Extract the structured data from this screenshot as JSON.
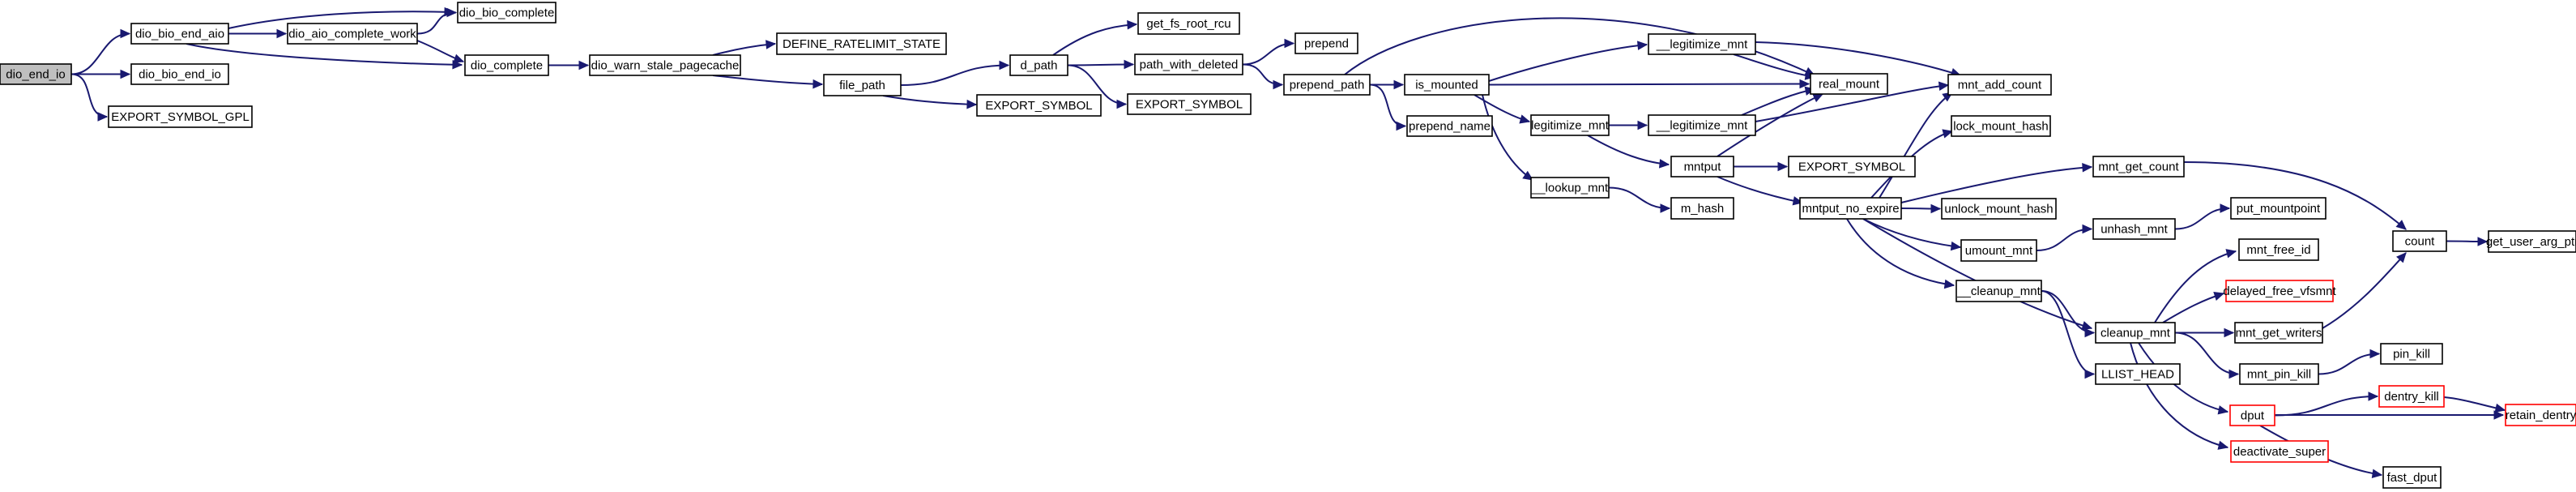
{
  "colors": {
    "edge": "#191970",
    "truncated_border": "#ff0000",
    "root_fill": "#bfbfbf"
  },
  "nodes": [
    {
      "id": "dio_end_io",
      "label": "dio_end_io",
      "style": "root"
    },
    {
      "id": "dio_bio_end_aio",
      "label": "dio_bio_end_aio"
    },
    {
      "id": "dio_bio_end_io",
      "label": "dio_bio_end_io"
    },
    {
      "id": "export_symbol_gpl",
      "label": "EXPORT_SYMBOL_GPL"
    },
    {
      "id": "dio_aio_complete_work",
      "label": "dio_aio_complete_work"
    },
    {
      "id": "dio_bio_complete",
      "label": "dio_bio_complete"
    },
    {
      "id": "dio_complete",
      "label": "dio_complete"
    },
    {
      "id": "dio_warn_stale_pagecache",
      "label": "dio_warn_stale_pagecache"
    },
    {
      "id": "define_ratelimit_state",
      "label": "DEFINE_RATELIMIT_STATE"
    },
    {
      "id": "file_path",
      "label": "file_path"
    },
    {
      "id": "d_path",
      "label": "d_path"
    },
    {
      "id": "export_symbol_1",
      "label": "EXPORT_SYMBOL"
    },
    {
      "id": "get_fs_root_rcu",
      "label": "get_fs_root_rcu"
    },
    {
      "id": "path_with_deleted",
      "label": "path_with_deleted"
    },
    {
      "id": "export_symbol_2",
      "label": "EXPORT_SYMBOL"
    },
    {
      "id": "prepend",
      "label": "prepend"
    },
    {
      "id": "prepend_path",
      "label": "prepend_path"
    },
    {
      "id": "is_mounted",
      "label": "is_mounted"
    },
    {
      "id": "prepend_name",
      "label": "prepend_name"
    },
    {
      "id": "legitimize_mnt",
      "label": "legitimize_mnt"
    },
    {
      "id": "lookup_mnt",
      "label": "__lookup_mnt"
    },
    {
      "id": "legitimize_mnt_u1",
      "label": "__legitimize_mnt"
    },
    {
      "id": "real_mount",
      "label": "real_mount"
    },
    {
      "id": "legitimize_mnt_u2",
      "label": "__legitimize_mnt"
    },
    {
      "id": "mntput",
      "label": "mntput"
    },
    {
      "id": "m_hash",
      "label": "m_hash"
    },
    {
      "id": "mnt_add_count",
      "label": "mnt_add_count"
    },
    {
      "id": "lock_mount_hash",
      "label": "lock_mount_hash"
    },
    {
      "id": "export_symbol_3",
      "label": "EXPORT_SYMBOL"
    },
    {
      "id": "mntput_no_expire",
      "label": "mntput_no_expire"
    },
    {
      "id": "unlock_mount_hash",
      "label": "unlock_mount_hash"
    },
    {
      "id": "umount_mnt",
      "label": "umount_mnt"
    },
    {
      "id": "cleanup_mnt_u",
      "label": "__cleanup_mnt"
    },
    {
      "id": "llist_head",
      "label": "LLIST_HEAD"
    },
    {
      "id": "mnt_get_count",
      "label": "mnt_get_count"
    },
    {
      "id": "unhash_mnt",
      "label": "unhash_mnt"
    },
    {
      "id": "put_mountpoint",
      "label": "put_mountpoint"
    },
    {
      "id": "cleanup_mnt",
      "label": "cleanup_mnt"
    },
    {
      "id": "mnt_free_id",
      "label": "mnt_free_id"
    },
    {
      "id": "delayed_free_vfsmnt",
      "label": "delayed_free_vfsmnt",
      "style": "truncated"
    },
    {
      "id": "mnt_get_writers",
      "label": "mnt_get_writers"
    },
    {
      "id": "mnt_pin_kill",
      "label": "mnt_pin_kill"
    },
    {
      "id": "dput",
      "label": "dput",
      "style": "truncated"
    },
    {
      "id": "deactivate_super",
      "label": "deactivate_super",
      "style": "truncated"
    },
    {
      "id": "pin_kill",
      "label": "pin_kill"
    },
    {
      "id": "dentry_kill",
      "label": "dentry_kill",
      "style": "truncated"
    },
    {
      "id": "retain_dentry",
      "label": "retain_dentry",
      "style": "truncated"
    },
    {
      "id": "fast_dput",
      "label": "fast_dput"
    },
    {
      "id": "count",
      "label": "count"
    },
    {
      "id": "get_user_arg_ptr",
      "label": "get_user_arg_ptr"
    }
  ],
  "edges": [
    [
      "dio_end_io",
      "dio_bio_end_aio"
    ],
    [
      "dio_end_io",
      "dio_bio_end_io"
    ],
    [
      "dio_end_io",
      "export_symbol_gpl"
    ],
    [
      "dio_bio_end_aio",
      "dio_bio_complete"
    ],
    [
      "dio_bio_end_aio",
      "dio_aio_complete_work"
    ],
    [
      "dio_bio_end_aio",
      "dio_complete"
    ],
    [
      "dio_aio_complete_work",
      "dio_bio_complete"
    ],
    [
      "dio_aio_complete_work",
      "dio_complete"
    ],
    [
      "dio_complete",
      "dio_warn_stale_pagecache"
    ],
    [
      "dio_warn_stale_pagecache",
      "define_ratelimit_state"
    ],
    [
      "dio_warn_stale_pagecache",
      "file_path"
    ],
    [
      "file_path",
      "d_path"
    ],
    [
      "file_path",
      "export_symbol_1"
    ],
    [
      "d_path",
      "get_fs_root_rcu"
    ],
    [
      "d_path",
      "path_with_deleted"
    ],
    [
      "d_path",
      "export_symbol_2"
    ],
    [
      "path_with_deleted",
      "prepend"
    ],
    [
      "path_with_deleted",
      "prepend_path"
    ],
    [
      "prepend_path",
      "real_mount"
    ],
    [
      "prepend_path",
      "is_mounted"
    ],
    [
      "prepend_path",
      "prepend_name"
    ],
    [
      "is_mounted",
      "legitimize_mnt_u1"
    ],
    [
      "is_mounted",
      "real_mount"
    ],
    [
      "is_mounted",
      "legitimize_mnt"
    ],
    [
      "is_mounted",
      "lookup_mnt"
    ],
    [
      "legitimize_mnt",
      "legitimize_mnt_u2"
    ],
    [
      "legitimize_mnt",
      "mntput"
    ],
    [
      "legitimize_mnt_u1",
      "real_mount"
    ],
    [
      "legitimize_mnt_u1",
      "mnt_add_count"
    ],
    [
      "legitimize_mnt_u2",
      "real_mount"
    ],
    [
      "legitimize_mnt_u2",
      "mnt_add_count"
    ],
    [
      "lookup_mnt",
      "m_hash"
    ],
    [
      "mntput",
      "real_mount"
    ],
    [
      "mntput",
      "export_symbol_3"
    ],
    [
      "mntput",
      "mntput_no_expire"
    ],
    [
      "mntput_no_expire",
      "mnt_add_count"
    ],
    [
      "mntput_no_expire",
      "lock_mount_hash"
    ],
    [
      "mntput_no_expire",
      "mnt_get_count"
    ],
    [
      "mntput_no_expire",
      "unlock_mount_hash"
    ],
    [
      "mntput_no_expire",
      "umount_mnt"
    ],
    [
      "mntput_no_expire",
      "cleanup_mnt_u"
    ],
    [
      "mntput_no_expire",
      "cleanup_mnt"
    ],
    [
      "umount_mnt",
      "unhash_mnt"
    ],
    [
      "unhash_mnt",
      "put_mountpoint"
    ],
    [
      "cleanup_mnt_u",
      "cleanup_mnt"
    ],
    [
      "cleanup_mnt_u",
      "llist_head"
    ],
    [
      "mnt_get_count",
      "count"
    ],
    [
      "cleanup_mnt",
      "mnt_free_id"
    ],
    [
      "cleanup_mnt",
      "delayed_free_vfsmnt"
    ],
    [
      "cleanup_mnt",
      "mnt_get_writers"
    ],
    [
      "cleanup_mnt",
      "mnt_pin_kill"
    ],
    [
      "cleanup_mnt",
      "dput"
    ],
    [
      "cleanup_mnt",
      "deactivate_super"
    ],
    [
      "mnt_get_writers",
      "count"
    ],
    [
      "mnt_pin_kill",
      "pin_kill"
    ],
    [
      "dput",
      "dentry_kill"
    ],
    [
      "dput",
      "retain_dentry"
    ],
    [
      "dput",
      "fast_dput"
    ],
    [
      "dentry_kill",
      "retain_dentry"
    ],
    [
      "count",
      "get_user_arg_ptr"
    ]
  ]
}
